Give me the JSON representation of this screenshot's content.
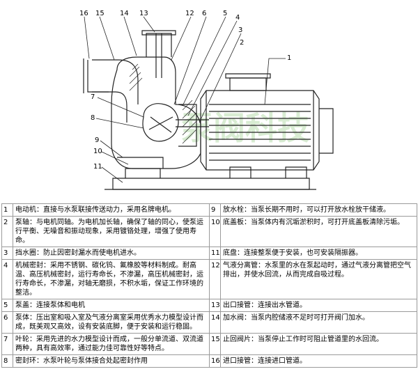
{
  "callouts": [
    "16",
    "15",
    "14",
    "13",
    "12",
    "6",
    "5",
    "4",
    "3",
    "2",
    "1",
    "7",
    "8",
    "9",
    "10",
    "11"
  ],
  "watermark": "泵阀科技",
  "parts_left": [
    {
      "no": "1",
      "text": "电动机：直接与水泵联接传送动力，采用名牌电机。"
    },
    {
      "no": "2",
      "text": "泵轴：与电机同轴。为电机加长轴，确保了轴的同心，使泵运行平衡、无噪音和振动现象，采用镀铬处理，增强了使用寿命。"
    },
    {
      "no": "3",
      "text": "挡水圈：防止因密封漏水而使电机进水。"
    },
    {
      "no": "4",
      "text": "机械密封：采用不锈钢、碳化钨、氟橡胶等材料制成。耐高温、高压机械密封，运行寿命长，不渗漏，高压机械密封，运行寿命长，不渗漏，对轴无磨损，不积水垢，保证工作环境的整洁。"
    },
    {
      "no": "5",
      "text": "泵盖：连接泵体和电机"
    },
    {
      "no": "6",
      "text": "泵体：压出室和吸入室及气液分离室采用优秀水力模型设计而成，既美观又高效，设有安装底脚，便于安装和运行稳固。"
    },
    {
      "no": "7",
      "text": "叶轮：采用先进的水力模型设计而成，一般分单流道、双流道两种，具有高效率，通过能力佳可靠性好等特点。"
    },
    {
      "no": "8",
      "text": "密封环：水泵叶轮与泵体接合处起密封作用"
    }
  ],
  "parts_right": [
    {
      "no": "9",
      "text": "放水栓：当泵长期不用时，可以打开放水栓放干储液。"
    },
    {
      "no": "10",
      "text": "底盖板：当泵体内有沉垢淤积时，可打开底盖板清除污垢。"
    },
    {
      "no": "11",
      "text": "底盘：连接整泵便于安装，也可安装隔振器。"
    },
    {
      "no": "12",
      "text": "气液分离管：水泵里的水在泵起动时，通过气液分离管把空气排出，并使水回流，从而完成自吸过程。"
    },
    {
      "no": "13",
      "text": "出口接管：连接出水管道。"
    },
    {
      "no": "14",
      "text": "加水阀：当泵内腔储液不足时可打开阀门加水。"
    },
    {
      "no": "15",
      "text": "止回阀片：当泵停止工作时可阻止管道里的水回流。"
    },
    {
      "no": "16",
      "text": "进口接管：连接进口管道。"
    }
  ]
}
